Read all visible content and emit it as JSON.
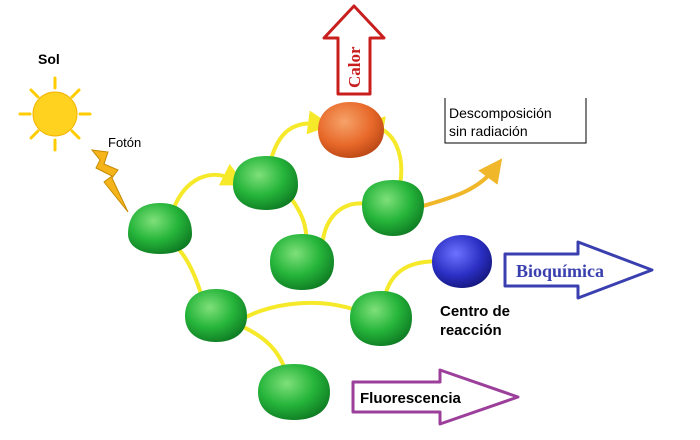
{
  "labels": {
    "sol": "Sol",
    "foton": "Fotón",
    "calor": "Calor",
    "descomposicion_line1": "Descomposición",
    "descomposicion_line2": "sin radiación",
    "bioquimica": "Bioquímica",
    "centro_line1": "Centro de",
    "centro_line2": "reacción",
    "fluorescencia": "Fluorescencia"
  },
  "colors": {
    "chlorophyll_green": "#22b53a",
    "chlorophyll_dark": "#0f7d24",
    "energy_path": "#f5e92a",
    "sun": "#ffd21f",
    "lightning": "#f4b41a",
    "heat_molecule": "#e8692a",
    "reaction_center": "#2b2fc4",
    "calor_arrow": "#c81e1e",
    "bioquimica_arrow": "#3a3fb0",
    "fluorescencia_arrow": "#9b3f9b"
  },
  "icons": [
    "sun-icon",
    "lightning-icon"
  ]
}
